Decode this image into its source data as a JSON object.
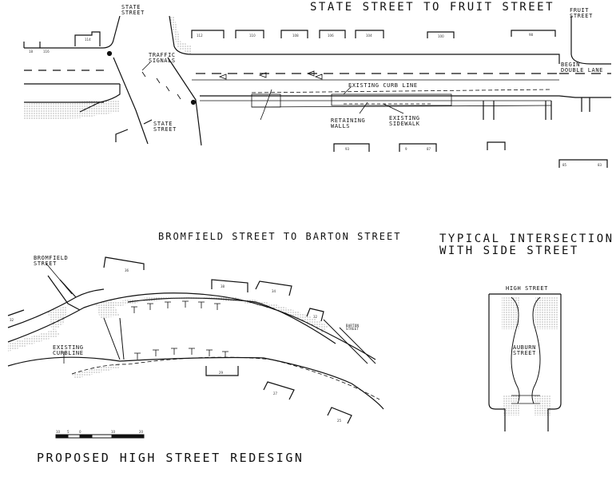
{
  "titles": {
    "top": "STATE STREET TO FRUIT STREET",
    "middle": "BROMFIELD STREET TO BARTON STREET",
    "typical_line1": "TYPICAL INTERSECTION",
    "typical_line2": "WITH SIDE STREET",
    "main": "PROPOSED HIGH STREET REDESIGN"
  },
  "labels": {
    "state_street_top": [
      "STATE",
      "STREET"
    ],
    "state_street_bottom": [
      "STATE",
      "STREET"
    ],
    "fruit_street": [
      "FRUIT",
      "STREET"
    ],
    "traffic_signals": [
      "TRAFFIC",
      "SIGNALS"
    ],
    "begin_double_lane": [
      "BEGIN",
      "DOUBLE LANE"
    ],
    "existing_curb_line": "EXISTING CURB LINE",
    "retaining_walls": [
      "RETAINING",
      "WALLS"
    ],
    "existing_sidewalk": [
      "EXISTING",
      "SIDEWALK"
    ],
    "bromfield_street": [
      "BROMFIELD",
      "STREET"
    ],
    "barton_street": [
      "BARTON",
      "STREET"
    ],
    "existing_curbline": [
      "EXISTING",
      "CURBLINE"
    ],
    "high_street": "HIGH STREET",
    "auburn_street": [
      "AUBURN",
      "STREET"
    ]
  },
  "building_numbers": {
    "top_row": [
      "112",
      "110",
      "108",
      "106",
      "104",
      "100",
      "98"
    ],
    "bottom_row": [
      "93",
      "9",
      "87",
      "85",
      "83"
    ],
    "left": [
      "114",
      "18",
      "116"
    ],
    "middle_top": [
      "36",
      "38",
      "34",
      "32"
    ],
    "middle_bottom": [
      "29",
      "27",
      "25",
      "32"
    ]
  },
  "scale_bar": {
    "ticks": [
      "10",
      "5",
      "0",
      "10",
      "20"
    ]
  },
  "colors": {
    "ink": "#111111",
    "paper": "#ffffff",
    "stipple": "#444444"
  }
}
